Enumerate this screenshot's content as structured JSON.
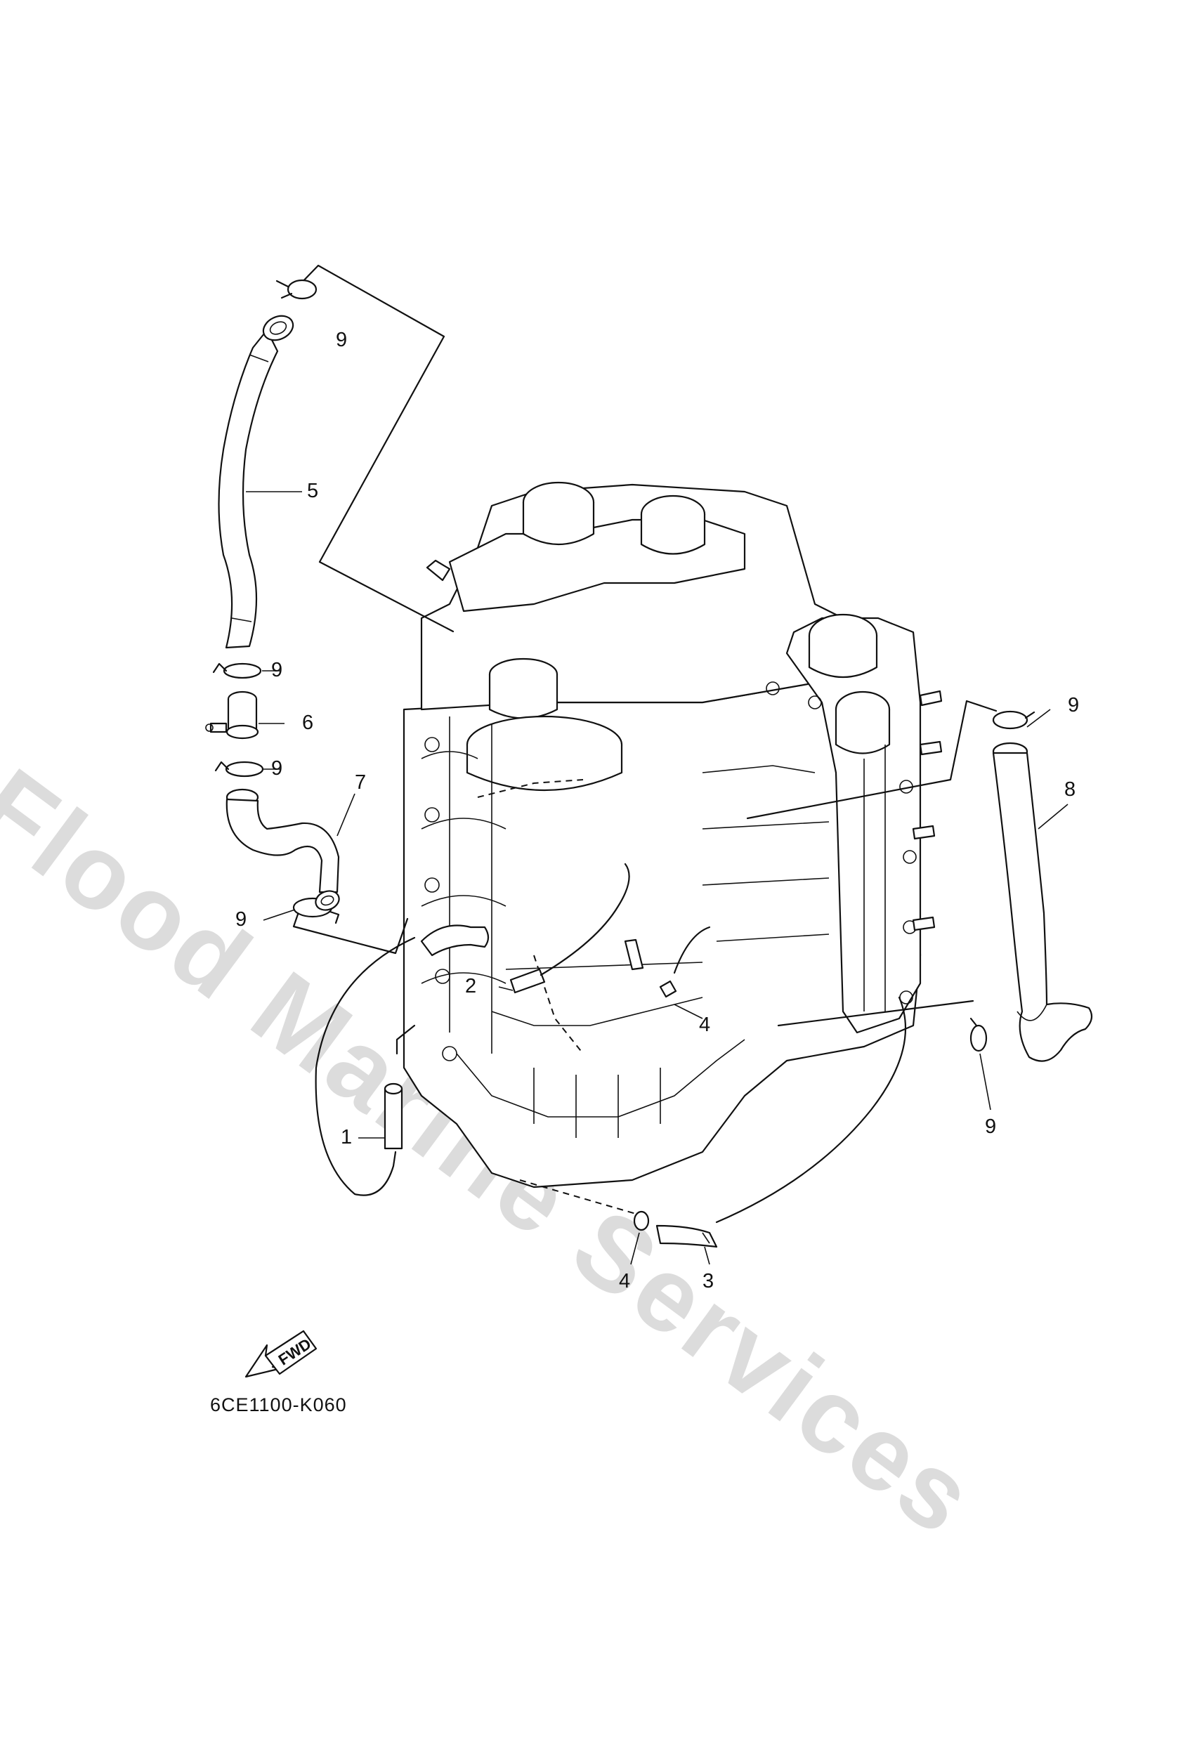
{
  "diagram": {
    "drawing_code": "6CE1100-K060",
    "watermark": "Flood Marine Services",
    "fwd_label": "FWD",
    "callouts": [
      {
        "id": "c9a",
        "text": "9"
      },
      {
        "id": "c5",
        "text": "5"
      },
      {
        "id": "c9b",
        "text": "9"
      },
      {
        "id": "c6",
        "text": "6"
      },
      {
        "id": "c9c",
        "text": "9"
      },
      {
        "id": "c7",
        "text": "7"
      },
      {
        "id": "c9d",
        "text": "9"
      },
      {
        "id": "c2",
        "text": "2"
      },
      {
        "id": "c4a",
        "text": "4"
      },
      {
        "id": "c1",
        "text": "1"
      },
      {
        "id": "c9e",
        "text": "9"
      },
      {
        "id": "c8",
        "text": "8"
      },
      {
        "id": "c9f",
        "text": "9"
      },
      {
        "id": "c4b",
        "text": "4"
      },
      {
        "id": "c3",
        "text": "3"
      }
    ]
  }
}
